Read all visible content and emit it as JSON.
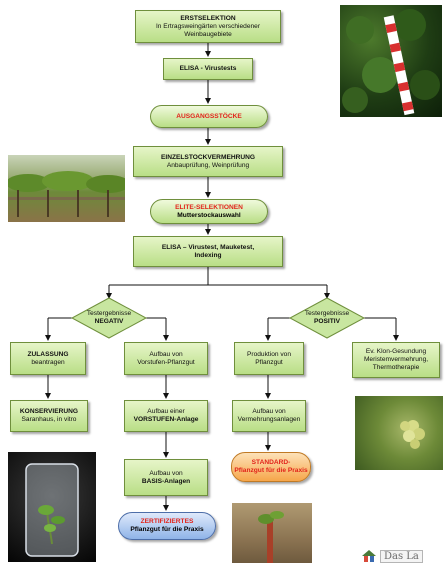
{
  "nodes": {
    "erstselektion": {
      "title": "ERSTSELEKTION",
      "sub": "In Ertragsweingärten verschiedener Weinbaugebiete"
    },
    "elisa1": {
      "title": "ELISA - Virustests"
    },
    "ausgang": {
      "title": "AUSGANGSSTÖCKE"
    },
    "einzel": {
      "title": "EINZELSTOCKVERMEHRUNG",
      "sub": "Anbauprüfung, Weinprüfung"
    },
    "elite": {
      "title": "ELITE-SELEKTIONEN",
      "sub": "Mutterstockauswahl"
    },
    "elisa2": {
      "title": "ELISA – Virustest, Mauketest,",
      "title2": "Indexing"
    },
    "neg": {
      "line1": "Testergebnisse",
      "line2": "NEGATIV"
    },
    "pos": {
      "line1": "Testergebnisse",
      "line2": "POSITIV"
    },
    "zulassung": {
      "title": "ZULASSUNG",
      "sub": "beantragen"
    },
    "konserv": {
      "title": "KONSERVIERUNG",
      "sub": "Saranhaus, in vitro"
    },
    "vorstufen_pg": {
      "line1": "Aufbau von",
      "line2": "Vorstufen-Pflanzgut"
    },
    "vorstufen_anl": {
      "line1": "Aufbau einer",
      "line2": "VORSTUFEN-Anlage"
    },
    "basis": {
      "line1": "Aufbau von",
      "line2": "BASIS-Anlagen"
    },
    "zert": {
      "line1": "ZERTIFIZIERTES",
      "line2": "Pflanzgut für die Praxis"
    },
    "prod": {
      "line1": "Produktion von",
      "line2": "Pflanzgut"
    },
    "vermehr": {
      "line1": "Aufbau von",
      "line2": "Vermehrungsanlagen"
    },
    "standard": {
      "line1": "STANDARD-",
      "line2": "Pflanzgut für die Praxis"
    },
    "klon": {
      "line1": "Ev. Klon-Gesundung",
      "line2": "Meristemvermehrung,",
      "line3": "Thermotherapie"
    }
  },
  "logo": {
    "text": "Das La"
  },
  "colors": {
    "box_top": "#e6f5c8",
    "box_bottom": "#b9de86",
    "border": "#6f8f3c",
    "highlight_red": "#e2231a",
    "standard_orange": "#f6a64a",
    "zert_blue": "#8fb4e8"
  }
}
